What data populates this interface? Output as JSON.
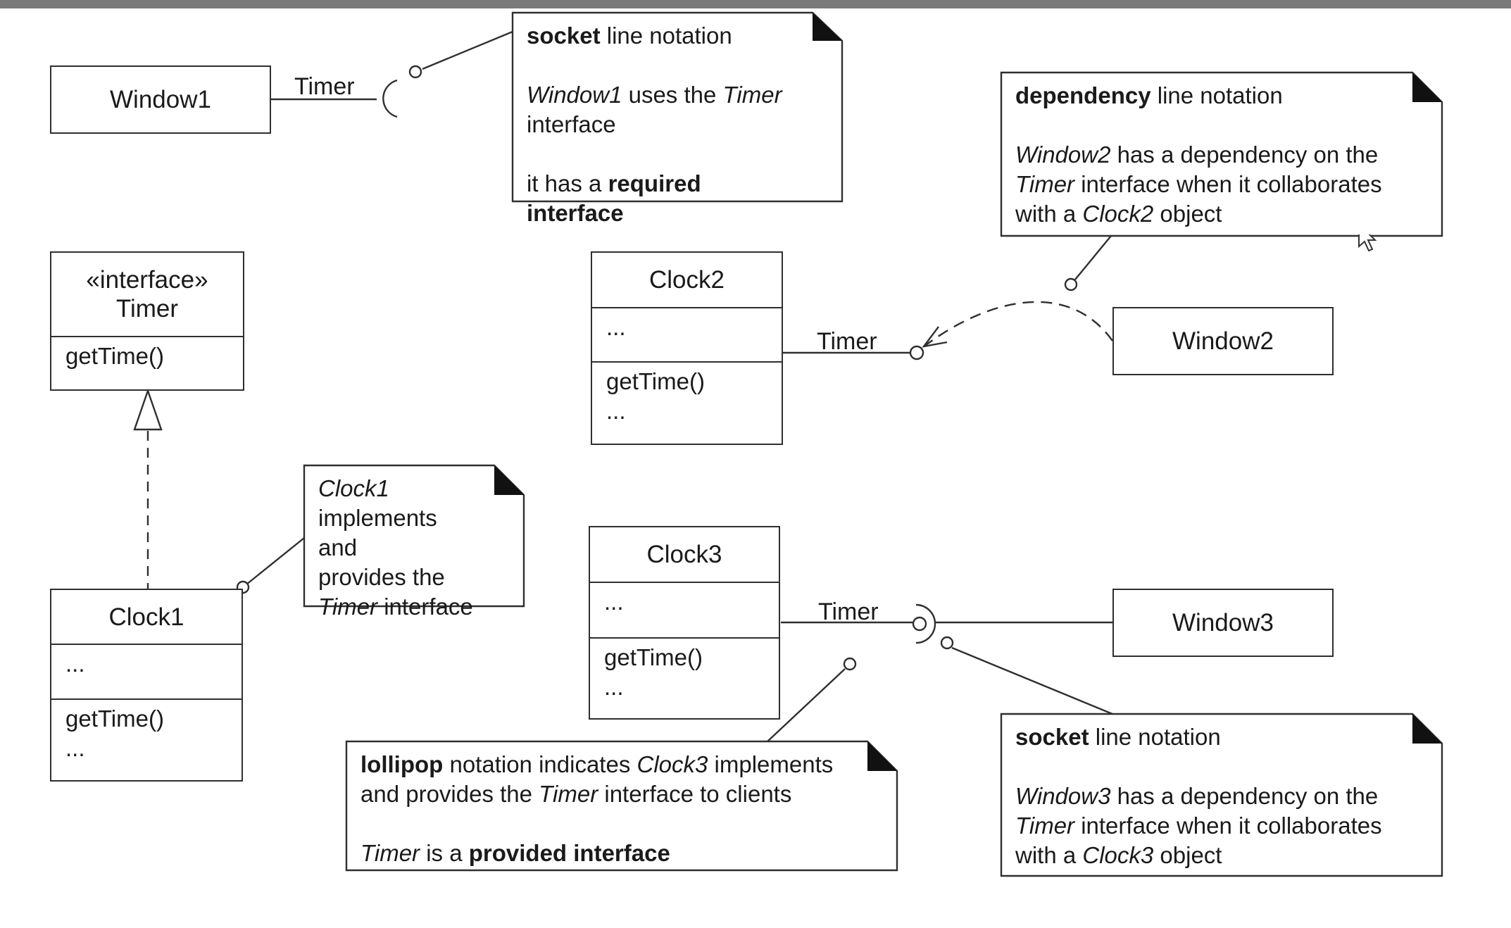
{
  "diagram": {
    "window1": {
      "name": "Window1"
    },
    "window2": {
      "name": "Window2"
    },
    "window3": {
      "name": "Window3"
    },
    "timer_interface": {
      "stereotype": "«interface»",
      "name": "Timer",
      "operation": "getTime()"
    },
    "clock1": {
      "name": "Clock1",
      "attributes": "...",
      "operation": "getTime()",
      "operation_more": "..."
    },
    "clock2": {
      "name": "Clock2",
      "attributes": "...",
      "operation": "getTime()",
      "operation_more": "..."
    },
    "clock3": {
      "name": "Clock3",
      "attributes": "...",
      "operation": "getTime()",
      "operation_more": "..."
    },
    "connector_labels": {
      "w1": "Timer",
      "c2": "Timer",
      "c3": "Timer"
    }
  },
  "notes": {
    "socket1": {
      "l1_bold": "socket",
      "l1_rest": " line notation",
      "l2_italic": "Window1",
      "l2_mid": " uses the ",
      "l2_italic2": "Timer",
      "l3": "interface",
      "l4_pre": "it has a ",
      "l4_bold": "required interface"
    },
    "dependency": {
      "l1_bold": "dependency",
      "l1_rest": " line notation",
      "l2_italic": "Window2",
      "l2_rest": " has a dependency on the",
      "l3_italic": "Timer",
      "l3_rest": " interface when it collaborates",
      "l4_pre": "with a ",
      "l4_italic": "Clock2",
      "l4_rest": " object"
    },
    "clock1_note": {
      "l1_italic": "Clock1",
      "l2": "implements and",
      "l3": "provides the",
      "l4_italic": "Timer",
      "l4_rest": " interface"
    },
    "lollipop": {
      "l1_bold": "lollipop",
      "l1_mid": " notation indicates ",
      "l1_italic": "Clock3",
      "l1_rest": " implements",
      "l2_pre": "and provides the ",
      "l2_italic": "Timer",
      "l2_rest": " interface to clients",
      "l3_italic": "Timer",
      "l3_mid": " is a ",
      "l3_bold": "provided interface"
    },
    "socket3": {
      "l1_bold": "socket",
      "l1_rest": " line notation",
      "l2_italic": "Window3",
      "l2_rest": " has a dependency on the",
      "l3_italic": "Timer",
      "l3_rest": " interface when it collaborates",
      "l4_pre": "with a ",
      "l4_italic": "Clock3",
      "l4_rest": " object"
    }
  }
}
